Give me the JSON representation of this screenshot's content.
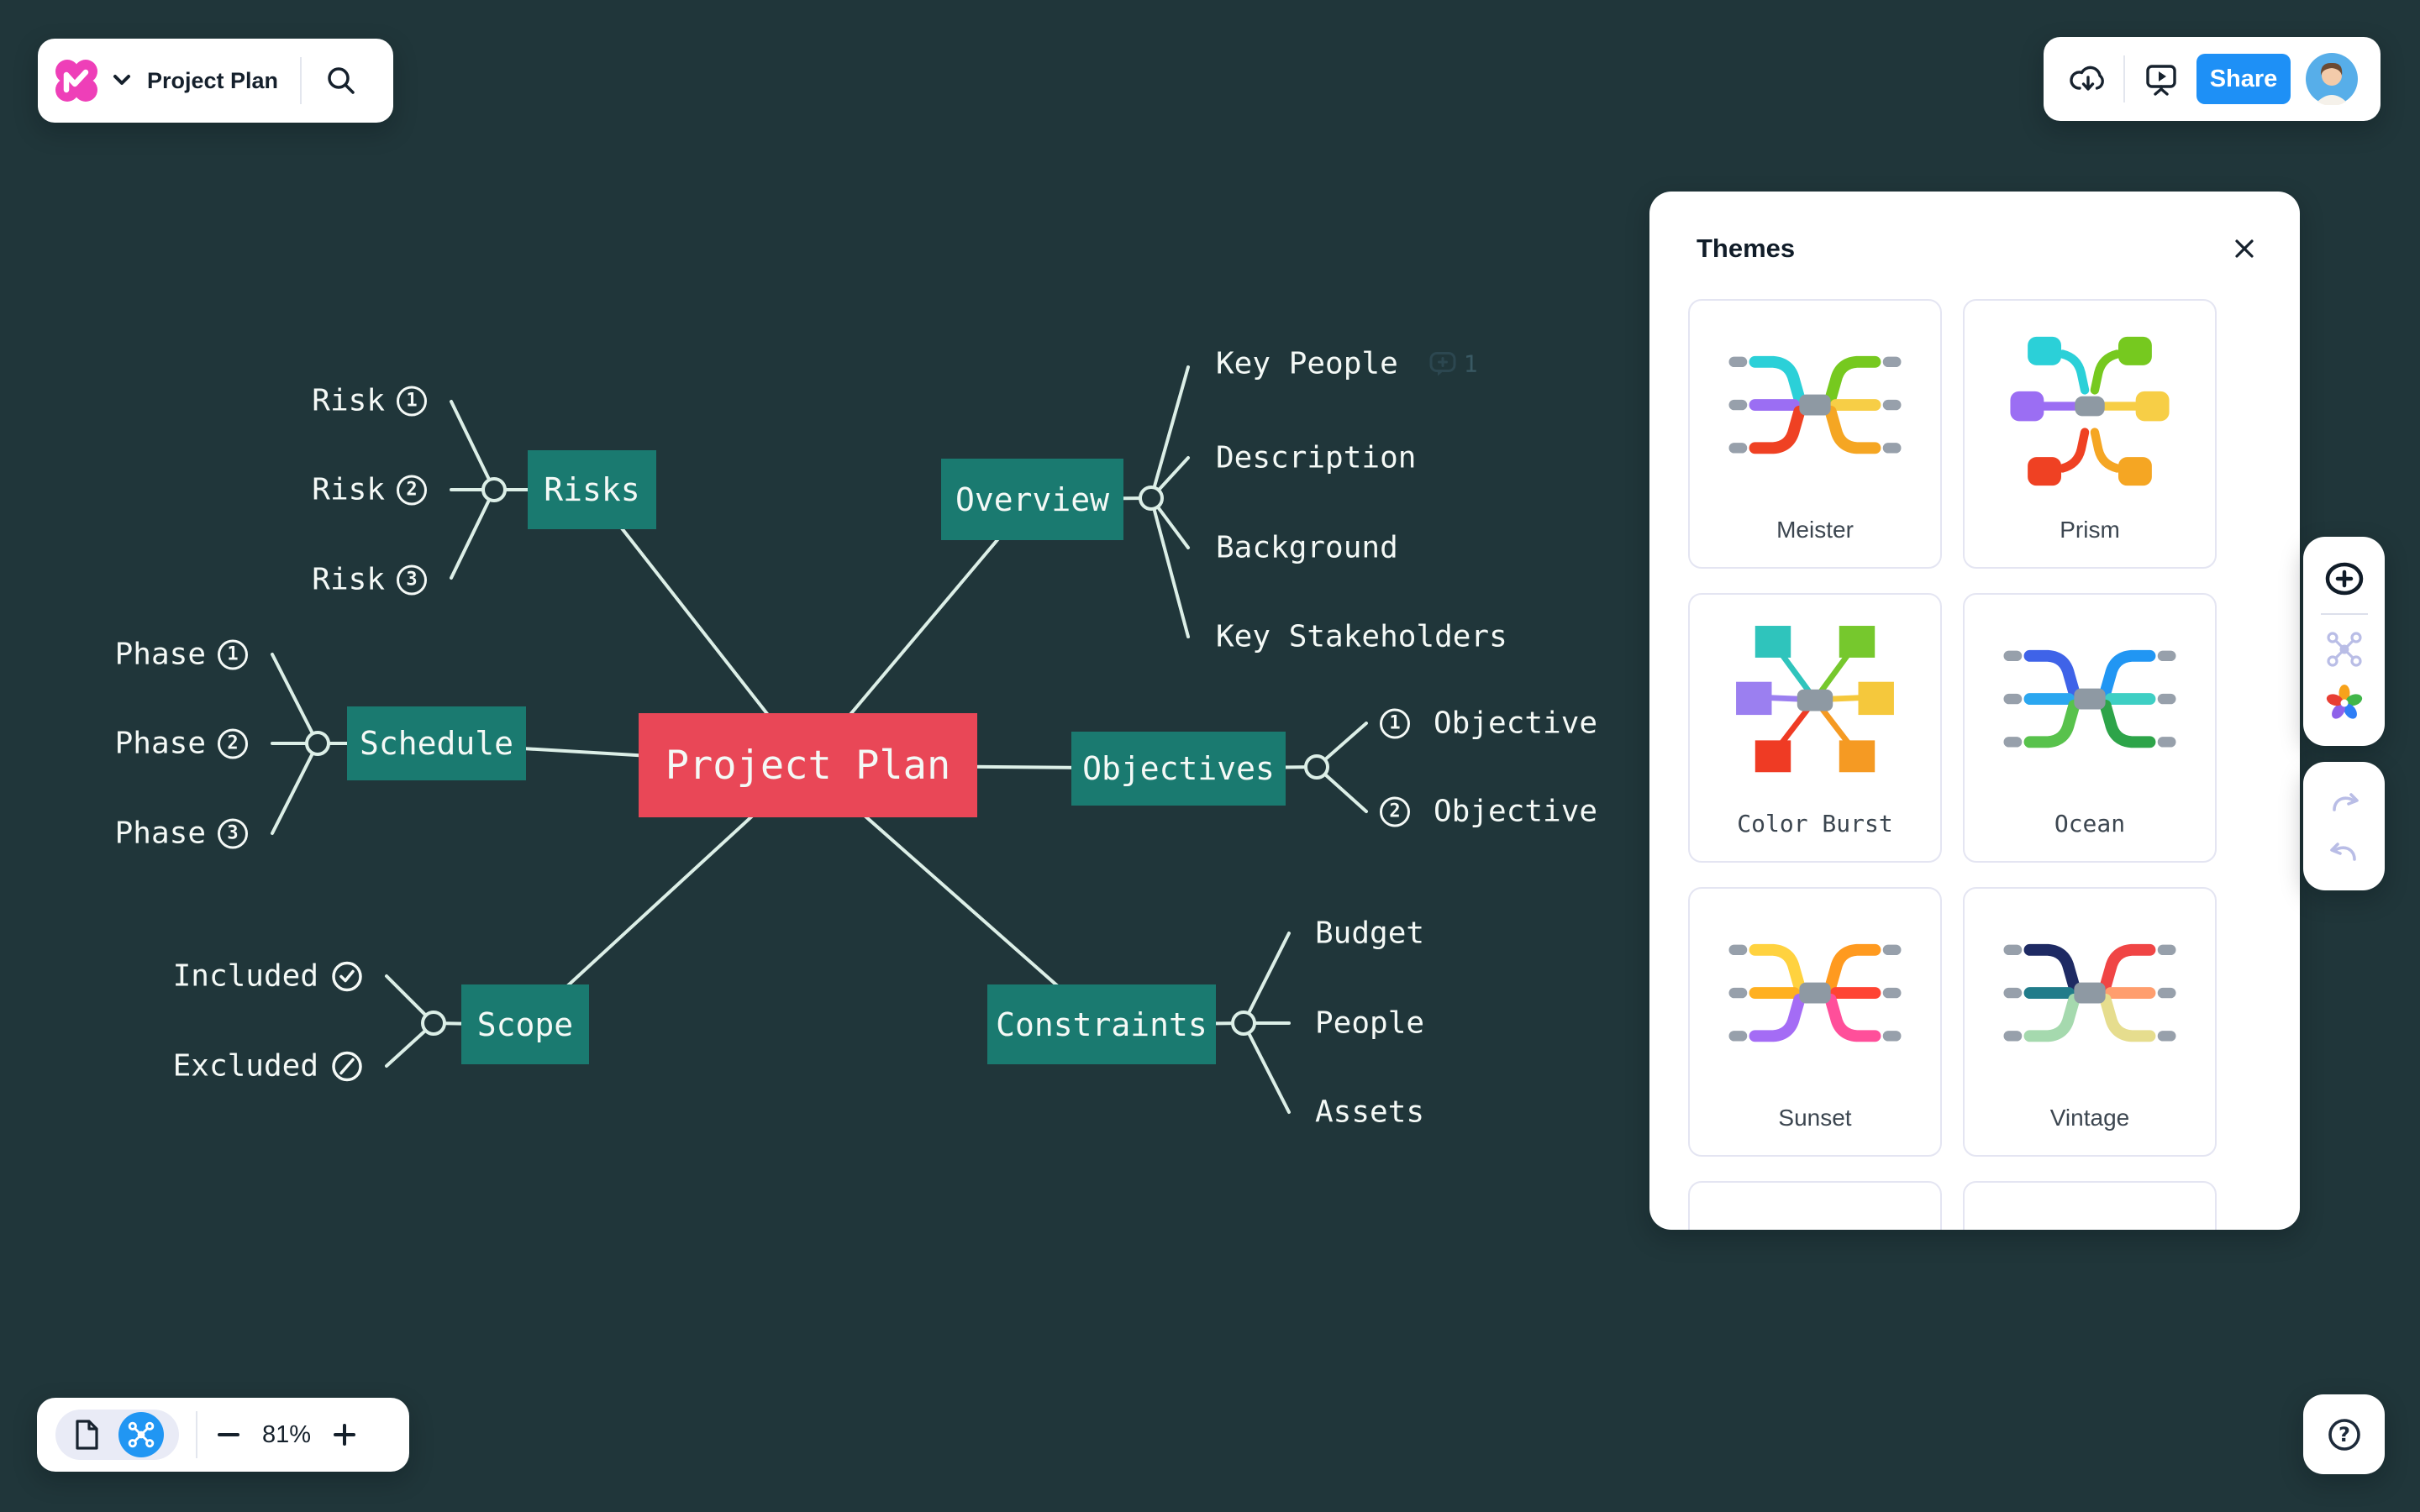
{
  "app": {
    "title": "Project Plan",
    "share_label": "Share",
    "zoom_level": "81%",
    "help_label": "?"
  },
  "colors": {
    "background": "#20363a",
    "branch_node": "#1a7a70",
    "center_node": "#e94757",
    "map_line": "#dcefe7",
    "accent_blue": "#1e90f6",
    "toggle_blue": "#2196f3",
    "logo_pink": "#ee3fb8"
  },
  "icons": {
    "topbar": [
      "mindmeister-logo",
      "chevron-down",
      "search"
    ],
    "actions": [
      "cloud-download",
      "presentation-play",
      "avatar"
    ],
    "tools": [
      "add-node",
      "layout-nodes",
      "themes-flower",
      "redo",
      "undo"
    ],
    "bottom": [
      "document",
      "mindmap-toggle",
      "zoom-out",
      "zoom-in"
    ],
    "misc": [
      "help",
      "close",
      "comment-bubble",
      "check-circle",
      "slash-circle"
    ]
  },
  "themes_panel": {
    "title": "Themes",
    "themes": [
      {
        "name": "Meister",
        "style": "curve",
        "font": "sans",
        "palette": [
          "#2bd0d8",
          "#76c91f",
          "#9b6ef3",
          "#f7ce46",
          "#ef4123",
          "#f5a623"
        ]
      },
      {
        "name": "Prism",
        "style": "squares",
        "font": "sans",
        "palette": [
          "#2bd0d8",
          "#76c91f",
          "#9b6ef3",
          "#f7ce46",
          "#ef4123",
          "#f5a623"
        ]
      },
      {
        "name": "Color Burst",
        "style": "burst",
        "font": "mono",
        "palette": [
          "#2fc4bc",
          "#76c82d",
          "#9b7ff0",
          "#f5c83c",
          "#ef3b24",
          "#f59a23"
        ]
      },
      {
        "name": "Ocean",
        "style": "curve",
        "font": "mono",
        "palette": [
          "#3f63e8",
          "#2196f3",
          "#2ba7f0",
          "#3ecfc4",
          "#58c24c",
          "#2da449"
        ]
      },
      {
        "name": "Sunset",
        "style": "curve",
        "font": "sans",
        "palette": [
          "#ffd23f",
          "#ff9a1f",
          "#ffb020",
          "#ff4433",
          "#a46cf5",
          "#ff4f9a"
        ]
      },
      {
        "name": "Vintage",
        "style": "curve",
        "font": "sans",
        "palette": [
          "#1e2a63",
          "#f04545",
          "#217c8a",
          "#ff9e6e",
          "#a5d9ae",
          "#e6dd8e"
        ]
      }
    ]
  },
  "mindmap": {
    "center": {
      "label": "Project Plan"
    },
    "branches": [
      {
        "label": "Risks",
        "children": [
          {
            "label": "Risk",
            "num": "1"
          },
          {
            "label": "Risk",
            "num": "2"
          },
          {
            "label": "Risk",
            "num": "3"
          }
        ]
      },
      {
        "label": "Schedule",
        "children": [
          {
            "label": "Phase",
            "num": "1"
          },
          {
            "label": "Phase",
            "num": "2"
          },
          {
            "label": "Phase",
            "num": "3"
          }
        ]
      },
      {
        "label": "Scope",
        "children": [
          {
            "label": "Included",
            "icon": "check-circle"
          },
          {
            "label": "Excluded",
            "icon": "slash-circle"
          }
        ]
      },
      {
        "label": "Overview",
        "children": [
          {
            "label": "Key People",
            "badge": "1"
          },
          {
            "label": "Description"
          },
          {
            "label": "Background"
          },
          {
            "label": "Key Stakeholders"
          }
        ]
      },
      {
        "label": "Objectives",
        "children": [
          {
            "num": "1",
            "label": "Objective"
          },
          {
            "num": "2",
            "label": "Objective"
          }
        ]
      },
      {
        "label": "Constraints",
        "children": [
          {
            "label": "Budget"
          },
          {
            "label": "People"
          },
          {
            "label": "Assets"
          }
        ]
      }
    ]
  }
}
